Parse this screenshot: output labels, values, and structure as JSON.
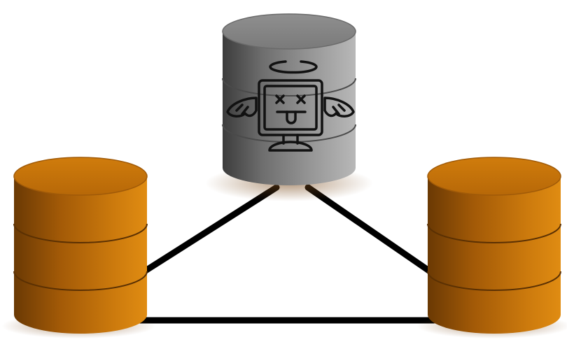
{
  "diagram": {
    "nodes": [
      {
        "id": "db-top",
        "state": "failed",
        "icon": "dead-computer-angel-icon",
        "color": "#8a8a8a"
      },
      {
        "id": "db-left",
        "state": "active",
        "icon": "database-icon",
        "color": "#c8720a"
      },
      {
        "id": "db-right",
        "state": "active",
        "icon": "database-icon",
        "color": "#c8720a"
      }
    ],
    "edges": [
      {
        "from": "db-top",
        "to": "db-left"
      },
      {
        "from": "db-top",
        "to": "db-right"
      },
      {
        "from": "db-left",
        "to": "db-right"
      }
    ],
    "colors": {
      "active_db": "#c8720a",
      "failed_db": "#8a8a8a",
      "link": "#000000"
    }
  }
}
